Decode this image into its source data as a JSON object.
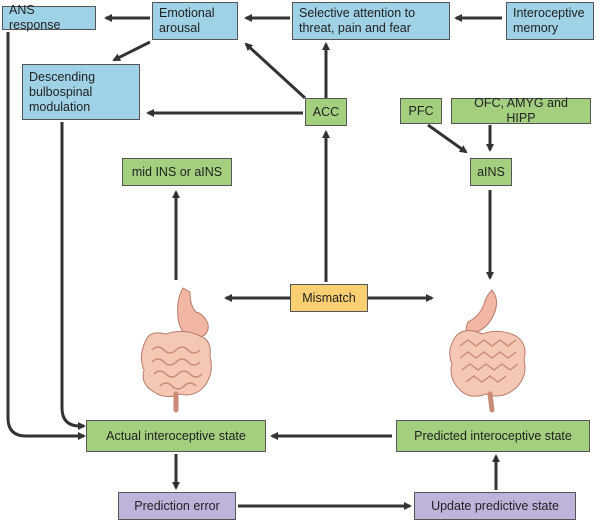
{
  "nodes": {
    "ans_response": "ANS response",
    "emotional_arousal": "Emotional arousal",
    "selective_attention": "Selective attention to threat, pain and fear",
    "interoceptive_memory": "Interoceptive memory",
    "descending_modulation": "Descending bulbospinal modulation",
    "acc": "ACC",
    "pfc": "PFC",
    "ofc_amyg_hipp": "OFC, AMYG and HIPP",
    "mid_ins": "mid INS or aINS",
    "ains": "aINS",
    "mismatch": "Mismatch",
    "actual_state": "Actual interoceptive state",
    "predicted_state": "Predicted interoceptive state",
    "prediction_error": "Prediction error",
    "update_state": "Update predictive state"
  },
  "colors": {
    "blue_box": "#9fd2e6",
    "green_box": "#a3cf7e",
    "purple_box": "#bdb3db",
    "orange_box": "#f9cf72",
    "arrow": "#333333",
    "gut": "#f1b7a4"
  }
}
